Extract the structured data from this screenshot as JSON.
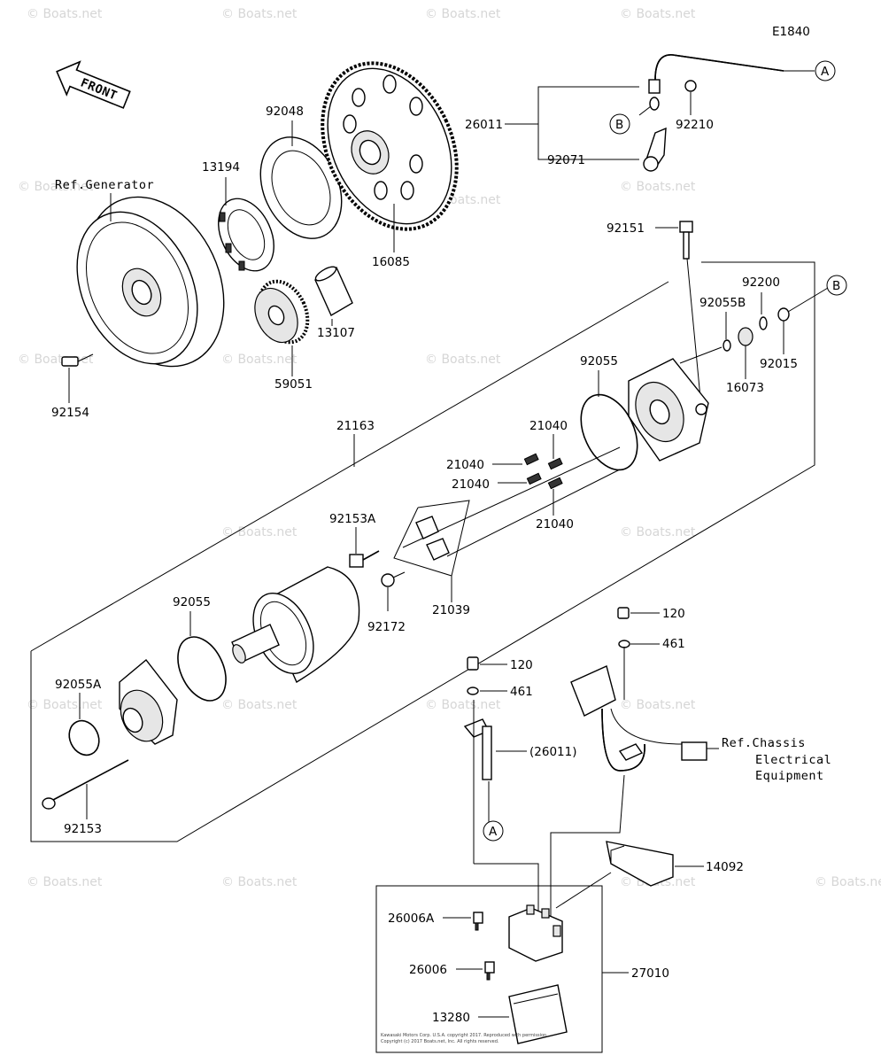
{
  "diagram_id": "E1840",
  "front_label": "FRONT",
  "watermark": "© Boats.net",
  "copyright_lines": [
    "Kawasaki Motors Corp. U.S.A. copyright 2017. Reproduced with permission.",
    "Copyright (c) 2017 Boats.net, Inc. All rights reserved."
  ],
  "ref_labels": {
    "generator": "Ref.Generator",
    "chassis_1": "Ref.Chassis",
    "chassis_2": "Electrical",
    "chassis_3": "Equipment"
  },
  "callouts": {
    "A": "A",
    "B": "B"
  },
  "parts": {
    "p26011": "26011",
    "p92210": "92210",
    "p92071": "92071",
    "p92048": "92048",
    "p13194": "13194",
    "p16085": "16085",
    "p13107": "13107",
    "p59051": "59051",
    "p92154": "92154",
    "p92151": "92151",
    "p92200": "92200",
    "p92055B": "92055B",
    "p92015": "92015",
    "p16073": "16073",
    "p92055_top": "92055",
    "p21163": "21163",
    "p21040_a": "21040",
    "p21040_b": "21040",
    "p21040_c": "21040",
    "p21040_d": "21040",
    "p92153A": "92153A",
    "p21039": "21039",
    "p92172": "92172",
    "p92055_mid": "92055",
    "p92055A": "92055A",
    "p92153": "92153",
    "p120_a": "120",
    "p461_a": "461",
    "p120_b": "120",
    "p461_b": "461",
    "p26011_paren": "(26011)",
    "p14092": "14092",
    "p26006A": "26006A",
    "p26006": "26006",
    "p27010": "27010",
    "p13280": "13280"
  }
}
